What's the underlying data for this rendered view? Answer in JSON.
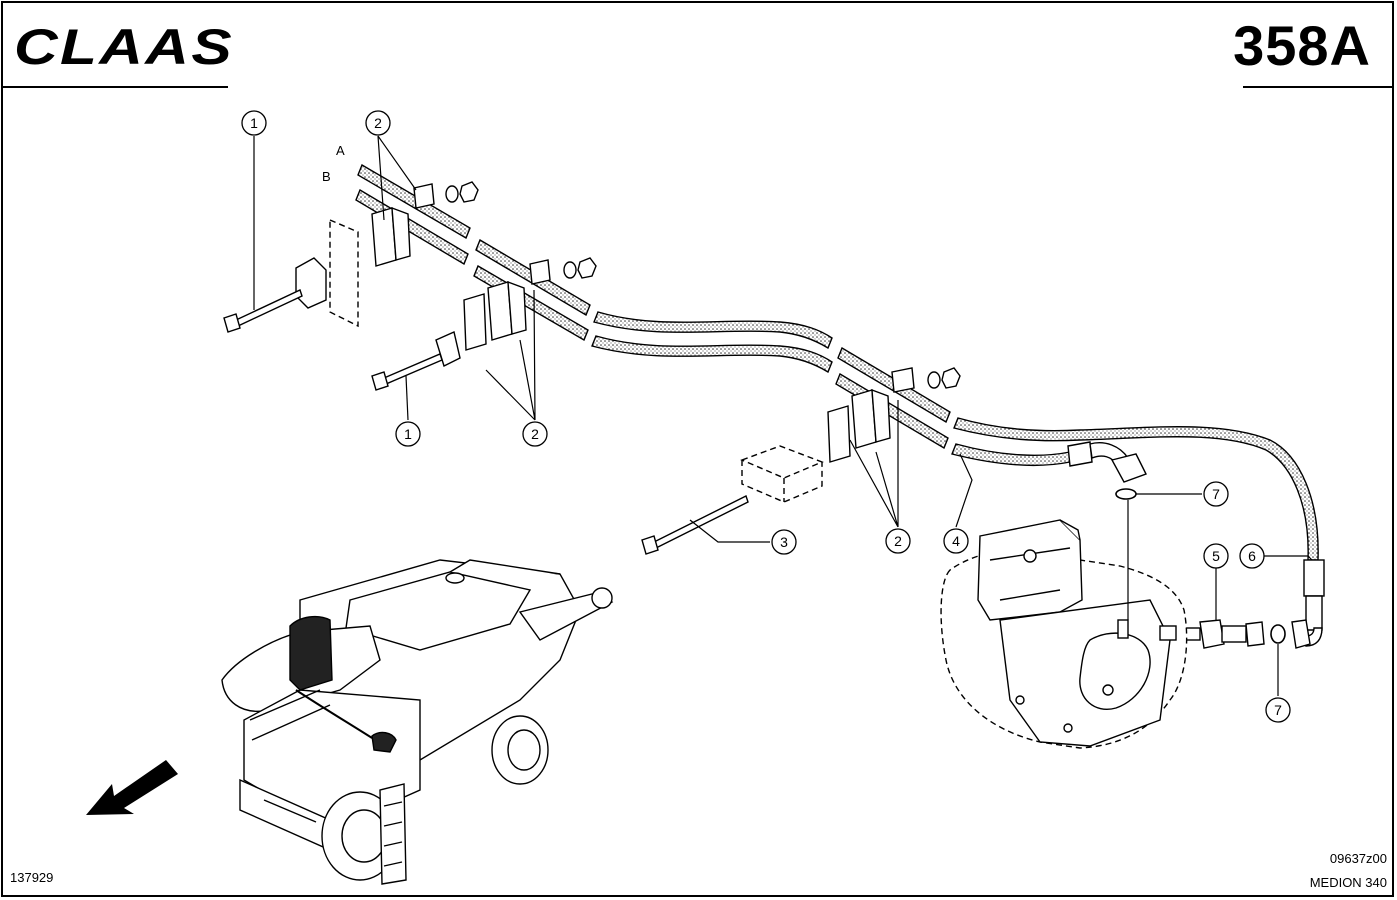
{
  "header": {
    "brand": "CLAAS",
    "page_number": "358A"
  },
  "footer": {
    "drawing_number": "137929",
    "reference_code": "09637z00",
    "model": "MEDION 340"
  },
  "view_labels": {
    "a": "A",
    "b": "B"
  },
  "callouts": [
    "1",
    "2",
    "1",
    "2",
    "3",
    "2",
    "4",
    "7",
    "5",
    "6",
    "7"
  ],
  "icons": {
    "logo": "claas-logo",
    "direction": "direction-arrow-icon",
    "machine": "combine-harvester-overview"
  }
}
